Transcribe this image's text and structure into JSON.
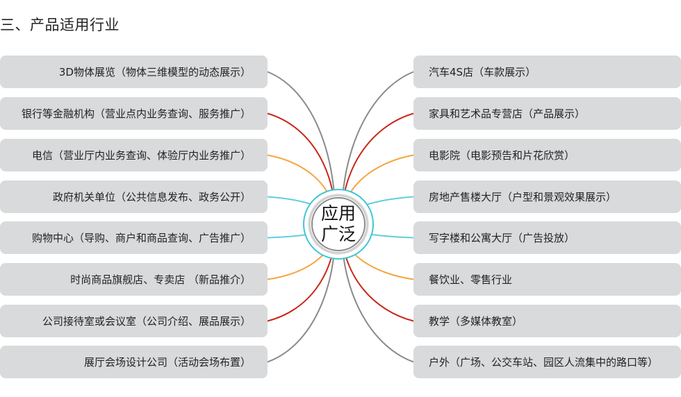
{
  "title": "三、产品适用行业",
  "hub": {
    "line1": "应用",
    "line2": "广泛"
  },
  "line_colors": [
    "#8a8a8a",
    "#c8281a",
    "#f5a540",
    "#5fcfdc",
    "#5fcfdc",
    "#f5a540",
    "#c8281a",
    "#8a8a8a"
  ],
  "left_items": [
    "3D物体展览（物体三维模型的动态展示）",
    "银行等金融机构（营业点内业务查询、服务推广）",
    "电信（营业厅内业务查询、体验厅内业务推广）",
    "政府机关单位（公共信息发布、政务公开）",
    "购物中心（导购、商户和商品查询、广告推广）",
    "时尚商品旗舰店、专卖店 （新品推介）",
    "公司接待室或会议室（公司介绍、展品展示）",
    "展厅会场设计公司（活动会场布置）"
  ],
  "right_items": [
    "汽车4S店（车款展示）",
    "家具和艺术品专营店（产品展示）",
    "电影院（电影预告和片花欣赏）",
    "房地产售楼大厅（户型和景观效果展示）",
    "写字楼和公寓大厅（广告投放）",
    "餐饮业、零售行业",
    "教学（多媒体教室）",
    "户外（广场、公交车站、园区人流集中的路口等）"
  ]
}
